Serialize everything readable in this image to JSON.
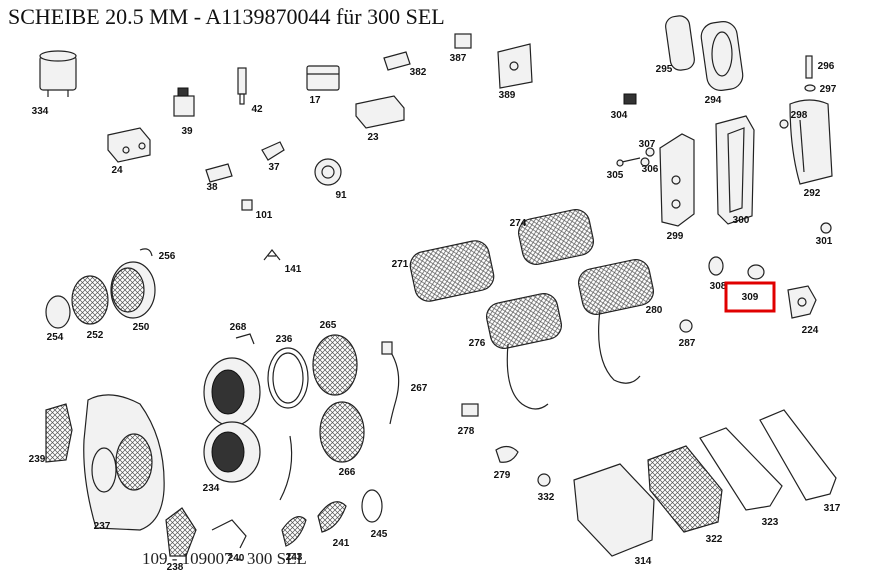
{
  "title": "SCHEIBE 20.5 MM - A1139870044 für 300 SEL",
  "footer": "109 - 109007 - 300 SEL",
  "highlight": {
    "part": "309",
    "color": "#e00000"
  },
  "parts": [
    {
      "id": "334",
      "label": "334"
    },
    {
      "id": "24",
      "label": "24"
    },
    {
      "id": "39",
      "label": "39"
    },
    {
      "id": "42",
      "label": "42"
    },
    {
      "id": "17",
      "label": "17"
    },
    {
      "id": "382",
      "label": "382"
    },
    {
      "id": "387",
      "label": "387"
    },
    {
      "id": "389",
      "label": "389"
    },
    {
      "id": "23",
      "label": "23"
    },
    {
      "id": "37",
      "label": "37"
    },
    {
      "id": "38",
      "label": "38"
    },
    {
      "id": "91",
      "label": "91"
    },
    {
      "id": "101",
      "label": "101"
    },
    {
      "id": "141",
      "label": "141"
    },
    {
      "id": "256",
      "label": "256"
    },
    {
      "id": "254",
      "label": "254"
    },
    {
      "id": "252",
      "label": "252"
    },
    {
      "id": "250",
      "label": "250"
    },
    {
      "id": "268",
      "label": "268"
    },
    {
      "id": "236",
      "label": "236"
    },
    {
      "id": "265",
      "label": "265"
    },
    {
      "id": "267",
      "label": "267"
    },
    {
      "id": "239",
      "label": "239"
    },
    {
      "id": "234",
      "label": "234"
    },
    {
      "id": "266",
      "label": "266"
    },
    {
      "id": "237",
      "label": "237"
    },
    {
      "id": "238",
      "label": "238"
    },
    {
      "id": "240",
      "label": "240"
    },
    {
      "id": "243",
      "label": "243"
    },
    {
      "id": "241",
      "label": "241"
    },
    {
      "id": "245",
      "label": "245"
    },
    {
      "id": "271",
      "label": "271"
    },
    {
      "id": "274",
      "label": "274"
    },
    {
      "id": "276",
      "label": "276"
    },
    {
      "id": "280",
      "label": "280"
    },
    {
      "id": "278",
      "label": "278"
    },
    {
      "id": "279",
      "label": "279"
    },
    {
      "id": "332",
      "label": "332"
    },
    {
      "id": "287",
      "label": "287"
    },
    {
      "id": "308",
      "label": "308"
    },
    {
      "id": "309",
      "label": "309"
    },
    {
      "id": "224",
      "label": "224"
    },
    {
      "id": "295",
      "label": "295"
    },
    {
      "id": "294",
      "label": "294"
    },
    {
      "id": "296",
      "label": "296"
    },
    {
      "id": "297",
      "label": "297"
    },
    {
      "id": "304",
      "label": "304"
    },
    {
      "id": "298",
      "label": "298"
    },
    {
      "id": "307",
      "label": "307"
    },
    {
      "id": "306",
      "label": "306"
    },
    {
      "id": "305",
      "label": "305"
    },
    {
      "id": "299",
      "label": "299"
    },
    {
      "id": "300",
      "label": "300"
    },
    {
      "id": "292",
      "label": "292"
    },
    {
      "id": "301",
      "label": "301"
    },
    {
      "id": "314",
      "label": "314"
    },
    {
      "id": "322",
      "label": "322"
    },
    {
      "id": "323",
      "label": "323"
    },
    {
      "id": "317",
      "label": "317"
    }
  ]
}
